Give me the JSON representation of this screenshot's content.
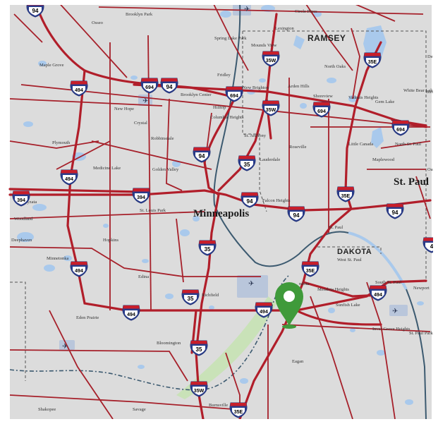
{
  "map": {
    "colors": {
      "land": "#dcdcdc",
      "water": "#a9c9ec",
      "interstate": "#b11e2a",
      "highway": "#a6202a",
      "river": "#3c5a70",
      "park": "#c9e2b8",
      "airport": "#b9c6db",
      "county_line": "#555555",
      "marker": "#3f9a3a",
      "border": "#ffffff"
    },
    "county_labels": {
      "ramsey": "RAMSEY",
      "dakota": "DAKOTA"
    },
    "major_cities": {
      "minneapolis": "Minneapolis",
      "st_paul": "St. Paul"
    },
    "cities": {
      "brooklyn_park": "Brooklyn Park",
      "osseo": "Osseo",
      "maple_grove": "Maple Grove",
      "spring_lake_park": "Spring Lake Park",
      "mounds_view": "Mounds View",
      "circle_pines": "Circle Pines",
      "lexington": "Lexington",
      "north_oaks": "North Oaks",
      "fridley": "Fridley",
      "new_brighton": "New Brighton",
      "arden_hills": "Arden Hills",
      "shoreview": "Shoreview",
      "vadnais_heights": "Vadnais Heights",
      "gem_lake": "Gem Lake",
      "white_bear_lake": "White Bear Lake",
      "brooklyn_center": "Brooklyn Center",
      "hilltop": "Hilltop",
      "columbia_heights": "Columbia Heights",
      "new_hope": "New Hope",
      "crystal": "Crystal",
      "robbinsdale": "Robbinsdale",
      "st_anthony": "St. Anthony",
      "roseville": "Roseville",
      "little_canada": "Little Canada",
      "north_st_paul": "North St. Paul",
      "maplewood": "Maplewood",
      "plymouth": "Plymouth",
      "medicine_lake": "Medicine Lake",
      "golden_valley": "Golden Valley",
      "lauderdale": "Lauderdale",
      "falcon_heights": "Falcon Heights",
      "wayzata": "Wayzata",
      "woodland": "Woodland",
      "st_louis_park": "St. Louis Park",
      "deephaven": "Deephaven",
      "minnetonka": "Minnetonka",
      "hopkins": "Hopkins",
      "west_st_paul": "West St. Paul",
      "edina": "Edina",
      "richfield": "Richfield",
      "mendota_heights": "Mendota Heights",
      "sunfish_lake": "Sunfish Lake",
      "south_st_paul": "South St. Paul",
      "newport": "Newport",
      "eden_prairie": "Eden Prairie",
      "bloomington": "Bloomington",
      "inver_grove_heights": "Inver Grove Heights",
      "st_paul_park": "St. Paul Park",
      "eagan": "Eagan",
      "shakopee": "Shakopee",
      "savage": "Savage",
      "burnsville": "Burnsville",
      "st_paul_fragment": "St. Paul",
      "mendota_fragment": "ndota",
      "dell_fragment": "Dell",
      "birch_fragment": "Birc",
      "oak_fragment": "Oa"
    },
    "shields": {
      "s94_top": "94",
      "s494_nw": "494",
      "s694_a": "694",
      "s94_b": "94",
      "s694_c": "694",
      "s35w_north": "35W",
      "s35e_north": "35E",
      "s35w_mid": "35W",
      "s694_d": "694",
      "s694_e": "694",
      "s94_center": "94",
      "s35_a": "35",
      "s494_west": "494",
      "s394_west": "394",
      "s394_center": "394",
      "s94_mpls": "94",
      "s35e_mid": "35E",
      "s94_east": "94",
      "s94_stpaul": "94",
      "s35_south": "35",
      "s494_sw": "494",
      "s35e_south": "35E",
      "s35_richfield": "35",
      "s494_south": "494",
      "s494_airport": "494",
      "s494_se": "494",
      "s35_bloom": "35",
      "s35w_bottom": "35W",
      "s35e_bottom": "35E",
      "s4_edge": "4"
    }
  }
}
